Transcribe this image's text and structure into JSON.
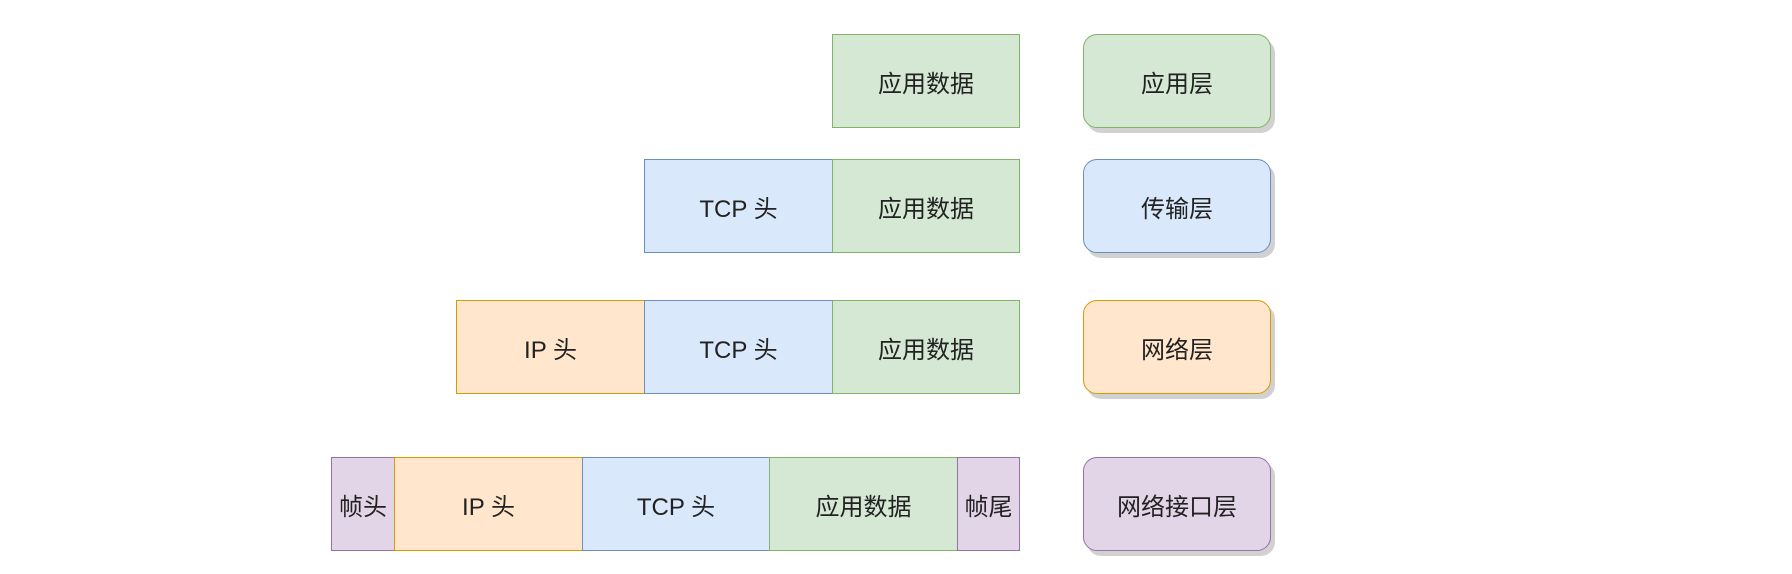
{
  "rows": {
    "application": {
      "segments": {
        "app_data": "应用数据"
      },
      "layer": "应用层"
    },
    "transport": {
      "segments": {
        "tcp_header": "TCP 头",
        "app_data": "应用数据"
      },
      "layer": "传输层"
    },
    "network": {
      "segments": {
        "ip_header": "IP 头",
        "tcp_header": "TCP 头",
        "app_data": "应用数据"
      },
      "layer": "网络层"
    },
    "link": {
      "segments": {
        "frame_header": "帧头",
        "ip_header": "IP 头",
        "tcp_header": "TCP 头",
        "app_data": "应用数据",
        "frame_trailer": "帧尾"
      },
      "layer": "网络接口层"
    }
  },
  "colors": {
    "application_fill": "#d5e8d4",
    "application_border": "#82b366",
    "transport_fill": "#dae8fc",
    "transport_border": "#6c8ebf",
    "network_fill": "#ffe6cc",
    "network_border": "#d79b00",
    "link_fill": "#e1d5e7",
    "link_border": "#9673a6"
  }
}
